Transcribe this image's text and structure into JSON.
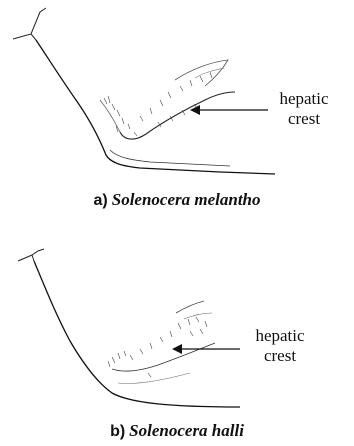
{
  "figure": {
    "panels": [
      {
        "label": "a)",
        "species": "Solenocera melantho",
        "annotation": [
          "hepatic",
          "crest"
        ]
      },
      {
        "label": "b)",
        "species": "Solenocera halli",
        "annotation": [
          "hepatic",
          "crest"
        ]
      }
    ]
  }
}
